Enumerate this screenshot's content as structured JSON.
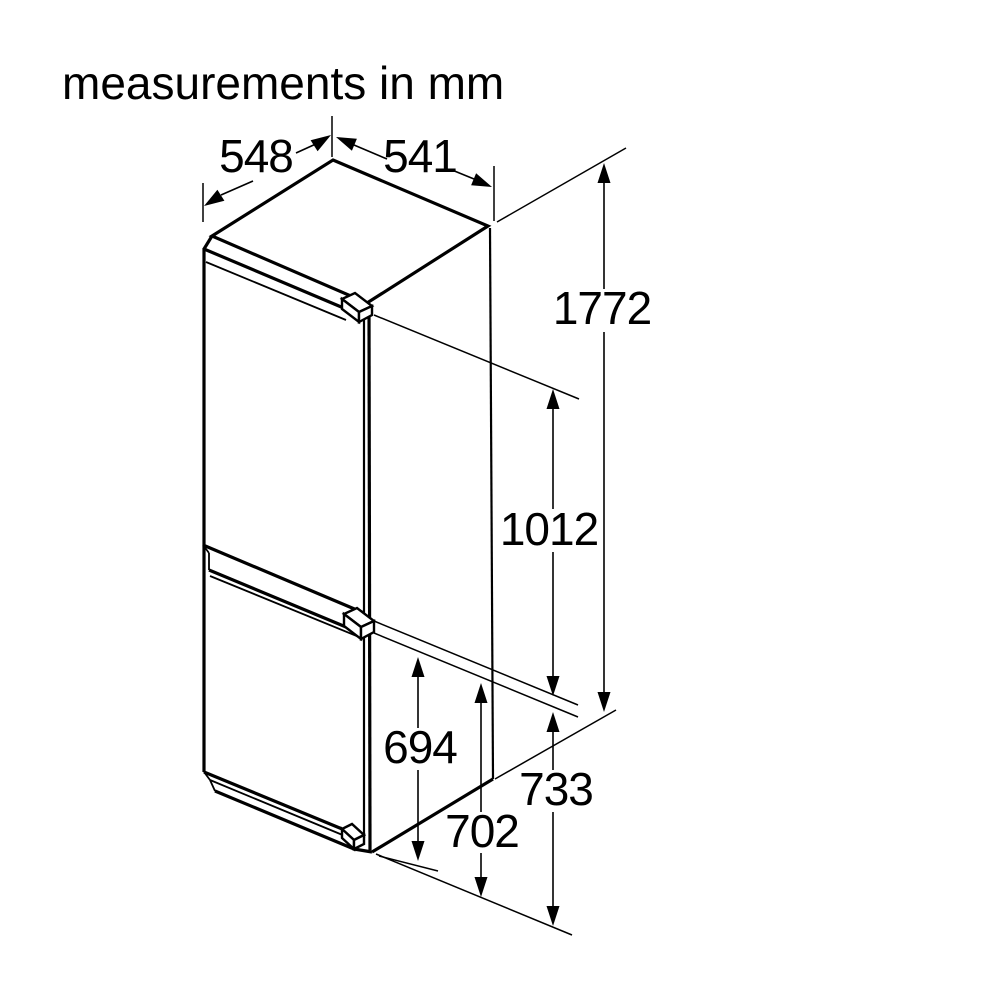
{
  "title": "measurements in mm",
  "unit": "mm",
  "colors": {
    "line": "#000000",
    "background": "#ffffff"
  },
  "dimensions": {
    "depth": "548",
    "width": "541",
    "total_height": "1772",
    "upper_door_height": "1012",
    "lower_door_height": "694",
    "lower_section_height": "733",
    "lower_front_height": "702"
  }
}
